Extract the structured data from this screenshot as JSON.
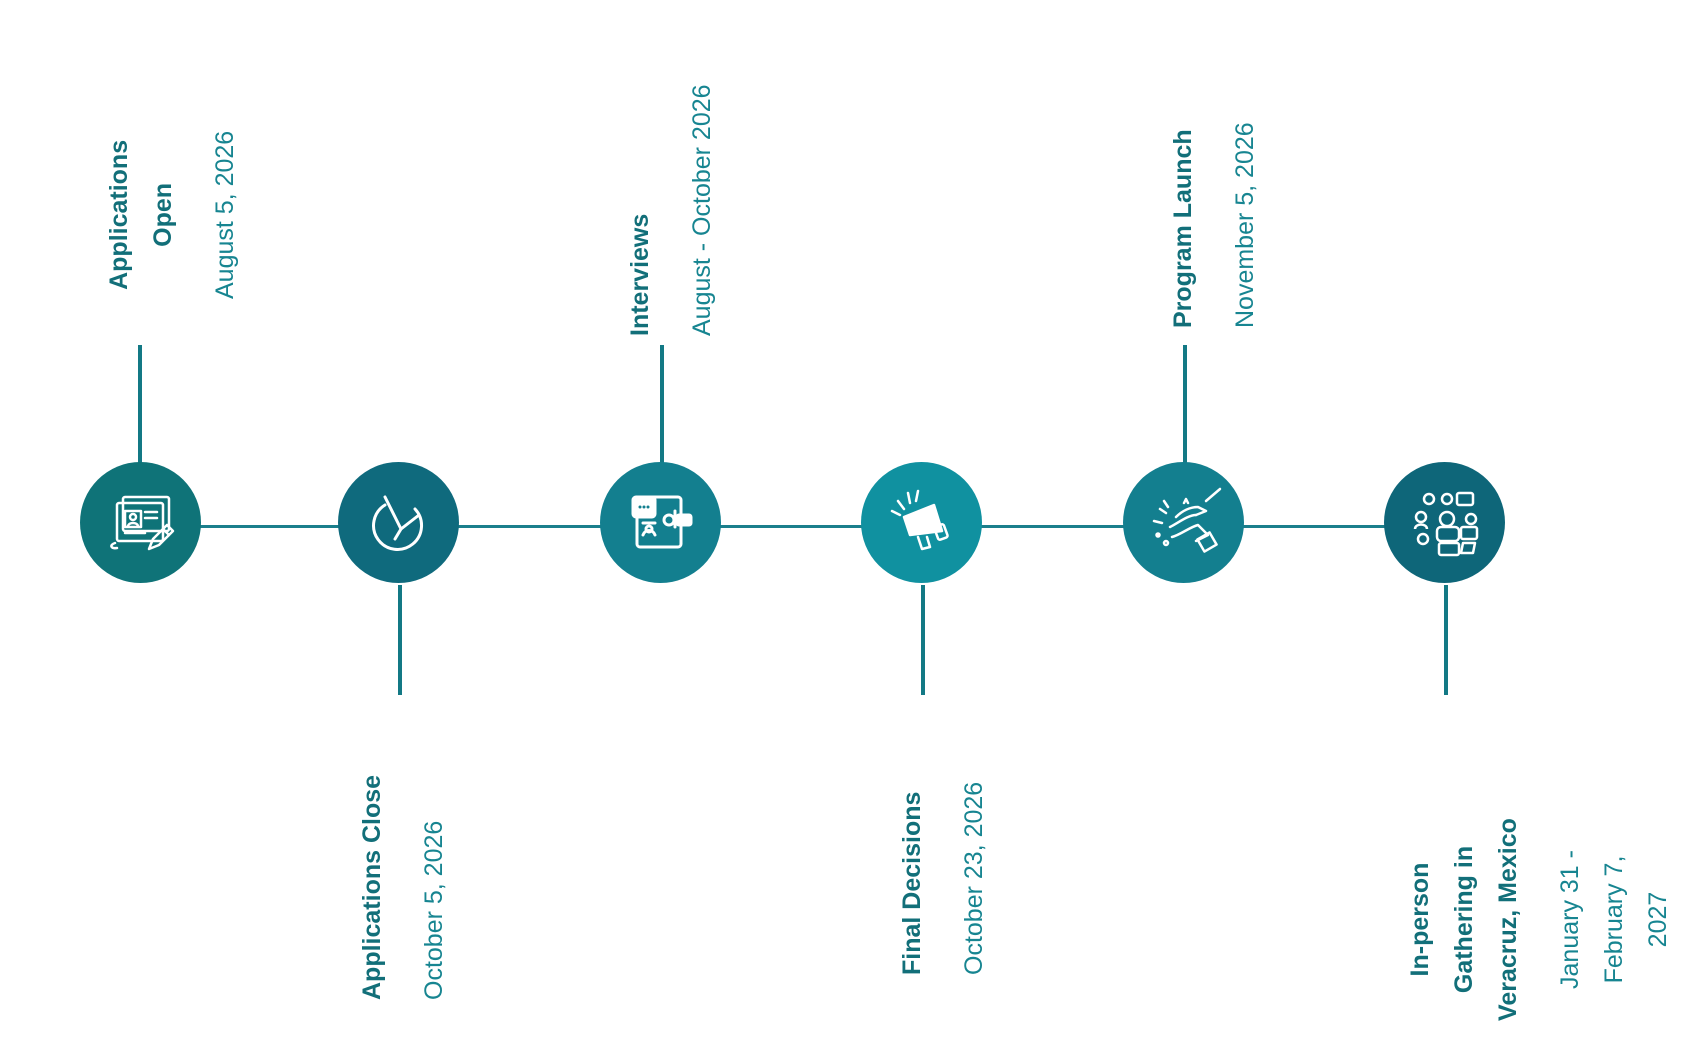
{
  "milestones": [
    {
      "title": "Applications\nOpen",
      "date": "August 5, 2026",
      "icon": "application-form-icon",
      "color": "#0f7378"
    },
    {
      "title": "Applications Close",
      "date": "October 5, 2026",
      "icon": "checkmark-clock-icon",
      "color": "#0f6a7d"
    },
    {
      "title": "Interviews",
      "date": "August - October 2026",
      "icon": "video-call-icon",
      "color": "#137f8f"
    },
    {
      "title": "Final Decisions",
      "date": "October 23, 2026",
      "icon": "megaphone-icon",
      "color": "#1091a0"
    },
    {
      "title": "Program Launch",
      "date": "November 5, 2026",
      "icon": "clapping-hands-icon",
      "color": "#137f8f"
    },
    {
      "title": "In-person Gathering in\nVeracruz, Mexico",
      "date": "January 31 - February 7,\n2027",
      "icon": "group-meeting-icon",
      "color": "#0e6679"
    }
  ]
}
